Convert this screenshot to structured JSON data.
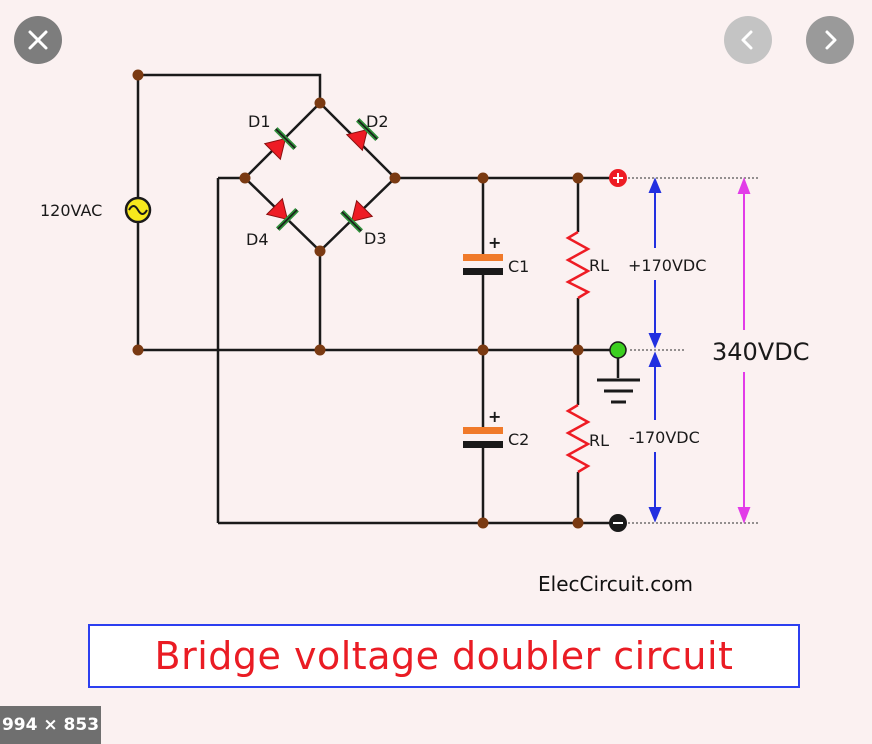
{
  "viewer": {
    "close_icon": "close-icon",
    "prev_icon": "chevron-left-icon",
    "next_icon": "chevron-right-icon",
    "dimensions": "994 × 853"
  },
  "diagram": {
    "source_label": "120VAC",
    "diodes": [
      "D1",
      "D2",
      "D3",
      "D4"
    ],
    "capacitors": [
      "C1",
      "C2"
    ],
    "cap_polarity": "+",
    "resistors": [
      "RL",
      "RL"
    ],
    "upper_voltage": "+170VDC",
    "lower_voltage": "-170VDC",
    "total_voltage": "340VDC",
    "site": "ElecCircuit.com",
    "caption": "Bridge voltage doubler circuit",
    "colors": {
      "wire": "#1a1a1a",
      "node": "#7a3a12",
      "diode": "#ee1c24",
      "diode_bar": "#2f8f3a",
      "capacitor": "#f07a2a",
      "resistor": "#ee1c24",
      "arrow_half": "#2230e0",
      "arrow_total": "#e23ce8",
      "ground_dot": "#3ccf20",
      "source": "#f7e81d",
      "caption_text": "#ea1c24",
      "caption_border": "#2c3ff0"
    }
  }
}
